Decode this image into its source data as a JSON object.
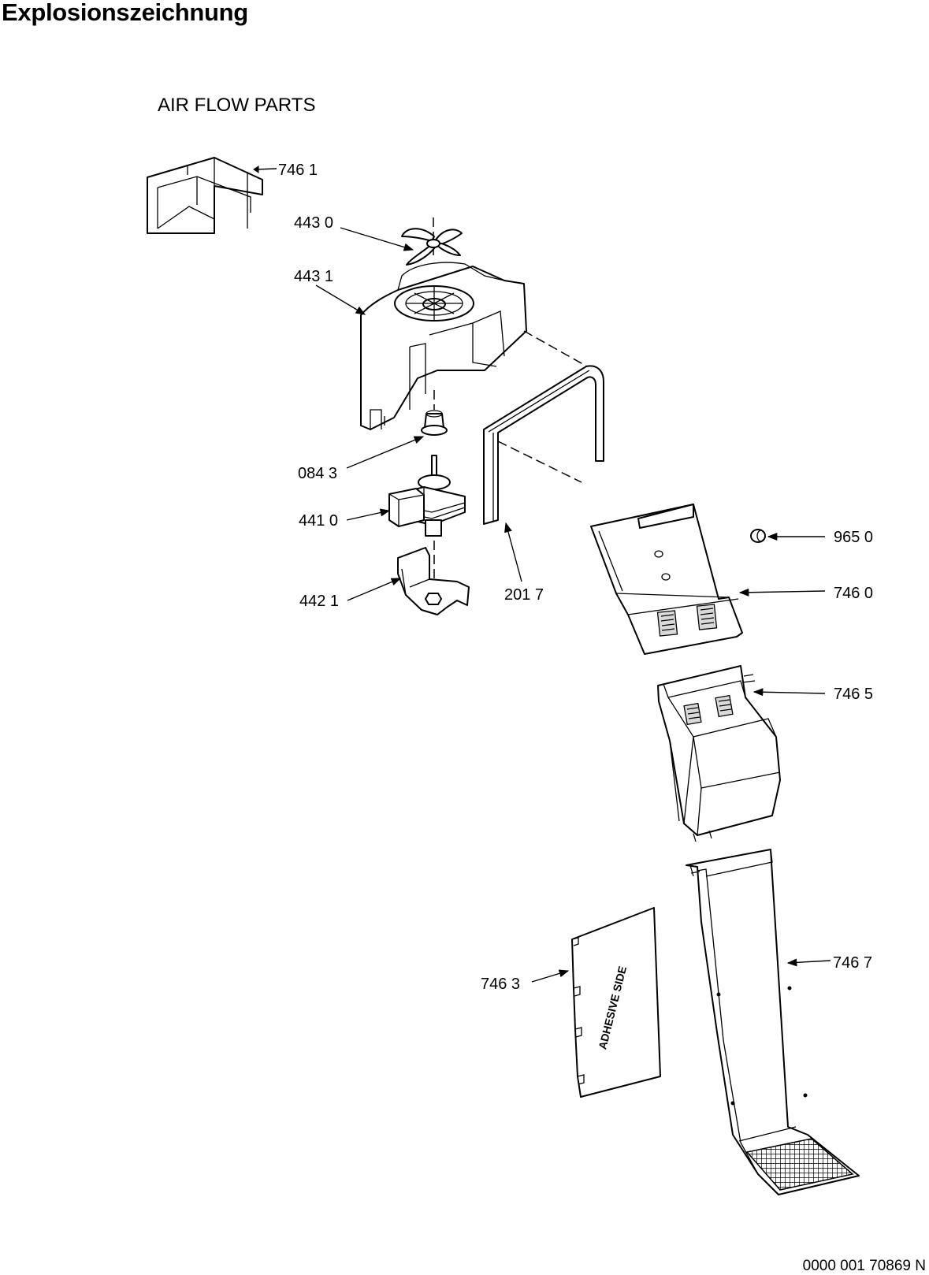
{
  "page_title": "Explosionszeichnung",
  "section_title": "AIR FLOW PARTS",
  "document_number": "0000 001 70869 N",
  "adhesive_label": "ADHESIVE SIDE",
  "part_labels": {
    "p7461": "746 1",
    "p4430": "443 0",
    "p4431": "443 1",
    "p0843": "084 3",
    "p4410": "441 0",
    "p4421": "442 1",
    "p2017": "201 7",
    "p9650": "965 0",
    "p7460": "746 0",
    "p7465": "746 5",
    "p7467": "746 7",
    "p7463": "746 3"
  }
}
